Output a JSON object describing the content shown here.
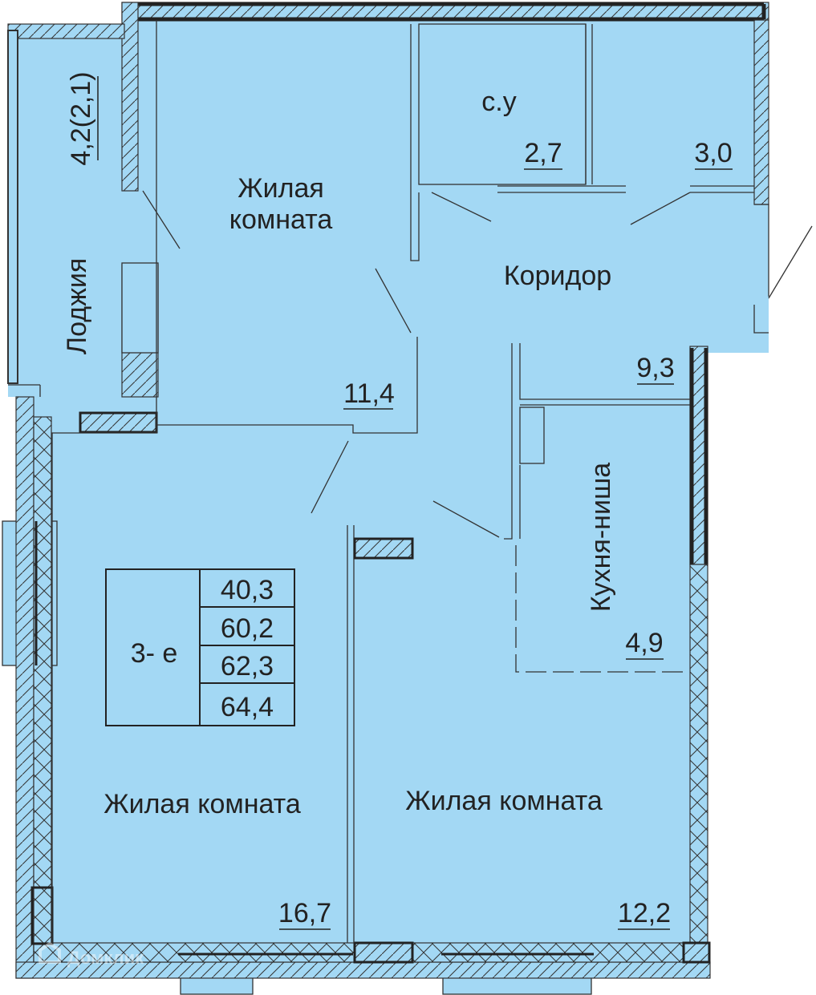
{
  "colors": {
    "floor": "#a3d8f4",
    "line": "#222222",
    "background": "#ffffff"
  },
  "rooms": {
    "living_1": {
      "label_line1": "Жилая",
      "label_line2": "комната",
      "area": "11,4"
    },
    "bathroom": {
      "label": "с.у",
      "area": "2,7"
    },
    "storage": {
      "area": "3,0"
    },
    "corridor": {
      "label": "Коридор",
      "area": "9,3"
    },
    "kitchen": {
      "label": "Кухня-ниша",
      "area": "4,9"
    },
    "living_2": {
      "label": "Жилая комната",
      "area": "16,7"
    },
    "living_3": {
      "label": "Жилая комната",
      "area": "12,2"
    },
    "loggia": {
      "label": "Лоджия",
      "area": "4,2(2,1)"
    }
  },
  "summary": {
    "type": "3- е",
    "values": [
      "40,3",
      "60,2",
      "62,3",
      "64,4"
    ]
  },
  "watermark": "Домклик"
}
